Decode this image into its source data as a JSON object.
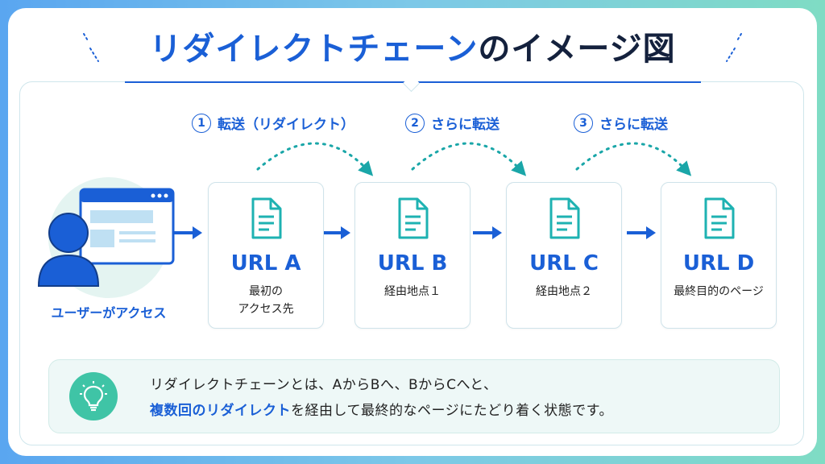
{
  "title": {
    "highlight": "リダイレクトチェーン",
    "rest": "のイメージ図"
  },
  "steps": [
    {
      "number": "1",
      "label": "転送（リダイレクト）"
    },
    {
      "number": "2",
      "label": "さらに転送"
    },
    {
      "number": "3",
      "label": "さらに転送"
    }
  ],
  "user": {
    "label": "ユーザーがアクセス"
  },
  "cards": [
    {
      "url": "URL A",
      "desc_line1": "最初の",
      "desc_line2": "アクセス先"
    },
    {
      "url": "URL B",
      "desc_line1": "経由地点１",
      "desc_line2": ""
    },
    {
      "url": "URL C",
      "desc_line1": "経由地点２",
      "desc_line2": ""
    },
    {
      "url": "URL D",
      "desc_line1": "最終目的のページ",
      "desc_line2": ""
    }
  ],
  "info": {
    "line1": "リダイレクトチェーンとは、AからBへ、BからCへと、",
    "line2_highlight1": "複数回の",
    "line2_highlight2": "リダイレクト",
    "line2_rest": "を経由して最終的なページにたどり着く状態です。"
  },
  "icons": [
    "lightbulb-icon",
    "document-icon",
    "browser-window-icon",
    "person-icon",
    "arrow-right-icon",
    "curved-dotted-arrow-icon"
  ],
  "colors": {
    "accent": "#1a5fd6",
    "teal": "#3fc4a6",
    "dotted_arrow": "#1aa6a8"
  }
}
